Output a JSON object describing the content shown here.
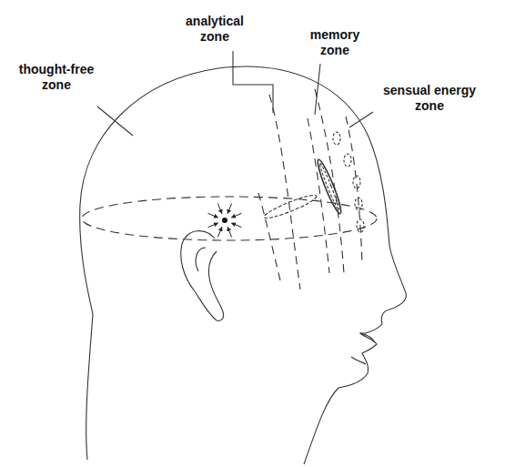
{
  "diagram": {
    "labels": [
      "thought-free zone",
      "analytical zone",
      "memory zone",
      "sensual energy zone"
    ]
  }
}
